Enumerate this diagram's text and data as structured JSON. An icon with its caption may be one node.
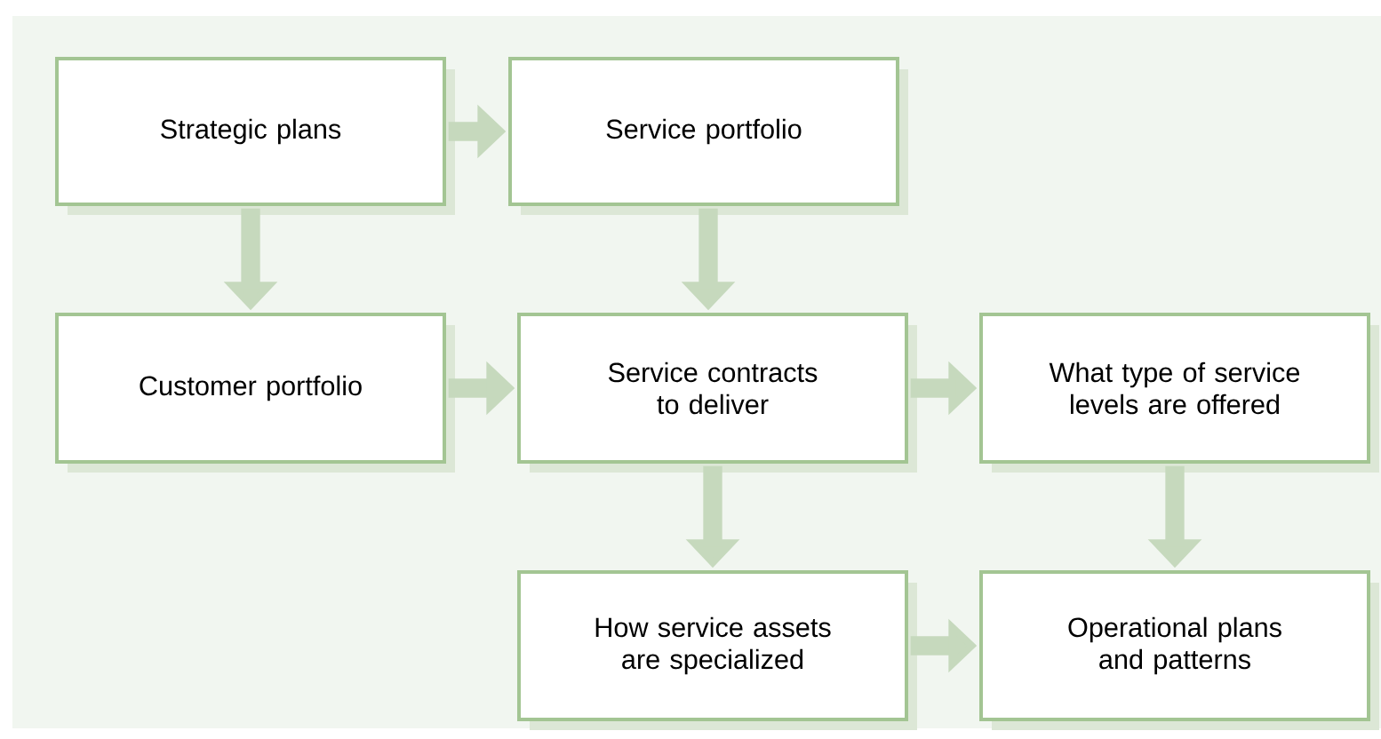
{
  "diagram": {
    "nodes": [
      {
        "text": [
          "Strategic plans"
        ]
      },
      {
        "text": [
          "Service portfolio"
        ]
      },
      {
        "text": [
          "Customer portfolio"
        ]
      },
      {
        "text": [
          "Service contracts to deliver"
        ]
      },
      {
        "text": [
          "What type of service levels are offered"
        ]
      },
      {
        "text": [
          "How service assets are specialized"
        ]
      },
      {
        "text": [
          "Operational plans and patterns"
        ]
      }
    ],
    "edges": [
      {
        "from": 0,
        "to": 1,
        "arrow": "to"
      },
      {
        "from": 0,
        "to": 2,
        "arrow": "to"
      },
      {
        "from": 1,
        "to": 3,
        "arrow": "to"
      },
      {
        "from": 2,
        "to": 3,
        "arrow": "to"
      },
      {
        "from": 3,
        "to": 4,
        "arrow": "to"
      },
      {
        "from": 3,
        "to": 5,
        "arrow": "to"
      },
      {
        "from": 4,
        "to": 6,
        "arrow": "to"
      },
      {
        "from": 5,
        "to": 6,
        "arrow": "to"
      }
    ]
  }
}
